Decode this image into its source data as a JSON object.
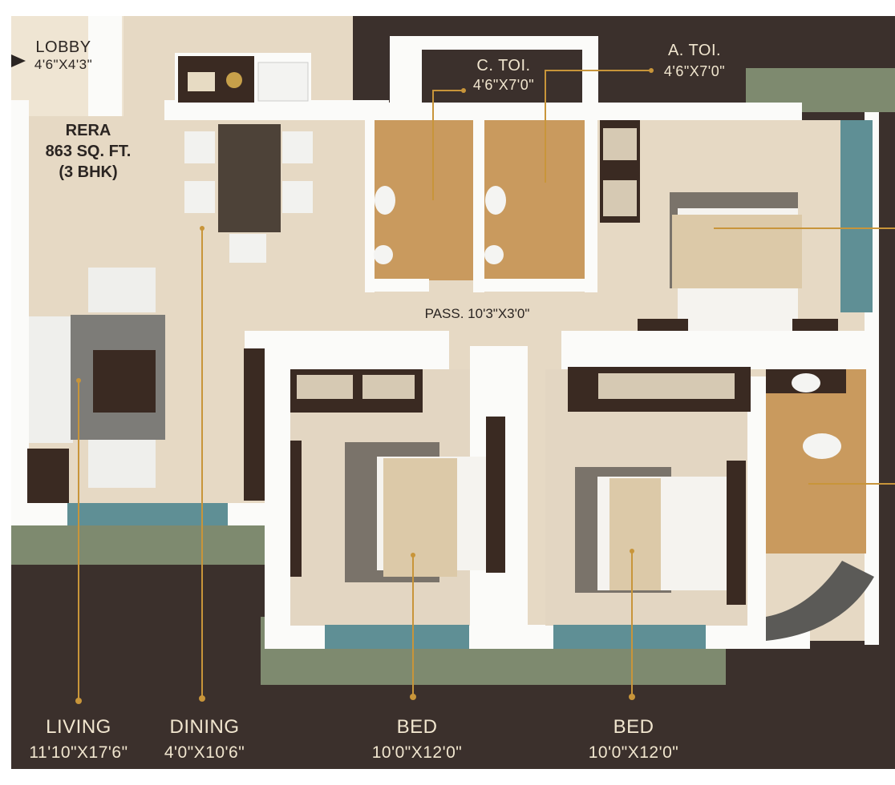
{
  "lobby": {
    "name": "LOBBY",
    "dim": "4'6\"X4'3\""
  },
  "common_toilet": {
    "name": "C. TOI.",
    "dim": "4'6\"X7'0\""
  },
  "attached_toilet": {
    "name": "A. TOI.",
    "dim": "4'6\"X7'0\""
  },
  "rera": {
    "line1": "RERA",
    "line2": "863 SQ. FT.",
    "line3": "(3 BHK)"
  },
  "passage": {
    "label": "PASS. 10'3\"X3'0\""
  },
  "living": {
    "name": "LIVING",
    "dim": "11'10\"X17'6\""
  },
  "dining": {
    "name": "DINING",
    "dim": "4'0\"X10'6\""
  },
  "bed_1": {
    "name": "BED",
    "dim": "10'0\"X12'0\""
  },
  "bed_2": {
    "name": "BED",
    "dim": "10'0\"X12'0\""
  },
  "colors": {
    "background": "#3b302c",
    "floor": "#e6d9c4",
    "wall": "#fbfbf9",
    "wood": "#c99a5e",
    "glass": "#5f8f95",
    "leader": "#c8953a"
  }
}
